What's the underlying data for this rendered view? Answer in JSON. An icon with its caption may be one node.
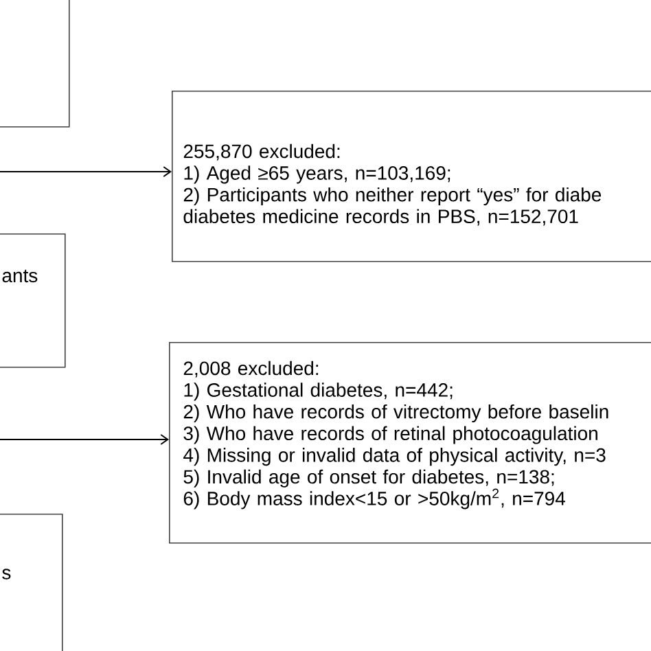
{
  "diagram": {
    "nodes": [
      {
        "text": [],
        "shape": "box"
      },
      {
        "text": [
          "ants"
        ]
      },
      {
        "text": [
          "s"
        ]
      },
      {
        "text": [
          "255,870 excluded:",
          "1) Aged ≥65 years, n=103,169;",
          "2) Participants who neither report “yes” for diabe diabetes medicine records in PBS, n=152,701"
        ]
      },
      {
        "text": [
          "2,008 excluded:",
          "1) Gestational diabetes, n=442;",
          "2) Who have records of vitrectomy before baselin",
          "3) Who have records of retinal photocoagulation",
          "4) Missing or invalid data of physical activity, n=3",
          "5) Invalid age of onset for diabetes, n=138;",
          "6) Body mass index<15 or >50kg/m$^{2}$, n=794"
        ]
      }
    ],
    "edges": [
      {
        "from": null,
        "to": 3,
        "arrow": "to"
      },
      {
        "from": null,
        "to": 4,
        "arrow": "to"
      }
    ]
  }
}
